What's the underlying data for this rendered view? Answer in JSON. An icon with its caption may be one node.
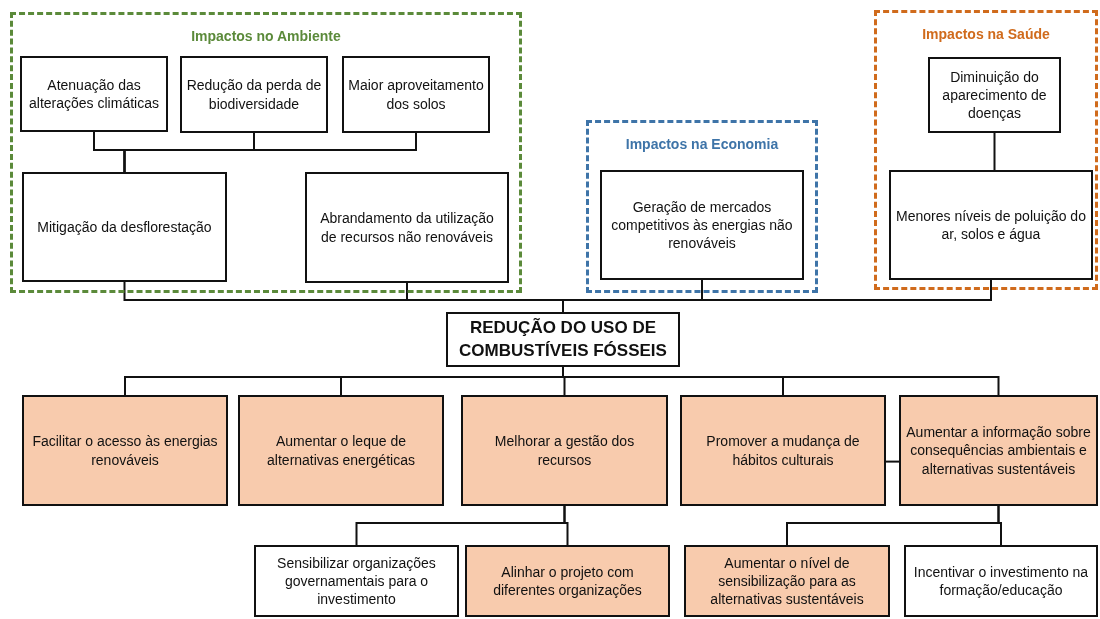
{
  "diagram": {
    "nodes": [
      {
        "text": [
          "Impactos no Ambiente"
        ]
      },
      {
        "text": [
          "Atenuação das alterações climáticas"
        ],
        "in": 0
      },
      {
        "text": [
          "Redução da perda de biodiversidade"
        ],
        "in": 0
      },
      {
        "text": [
          "Maior aproveitamento dos solos"
        ],
        "in": 0
      },
      {
        "text": [
          "Mitigação da desflorestação"
        ],
        "in": 0
      },
      {
        "text": [
          "Abrandamento da utilização de recursos não renováveis"
        ],
        "in": 0
      },
      {
        "text": [
          "Impactos na Economia"
        ]
      },
      {
        "text": [
          "Geração de mercados competitivos às energias não renováveis"
        ],
        "in": 6
      },
      {
        "text": [
          "Impactos na Saúde"
        ]
      },
      {
        "text": [
          "Diminuição do aparecimento de doenças"
        ],
        "in": 8
      },
      {
        "text": [
          "Menores níveis de poluição do ar, solos e água"
        ],
        "in": 8
      },
      {
        "text": [
          "REDUÇÃO DO USO DE COMBUSTÍVEIS FÓSSEIS"
        ]
      },
      {
        "text": [
          "Facilitar o acesso às energias renováveis"
        ]
      },
      {
        "text": [
          "Aumentar o leque de alternativas energéticas"
        ]
      },
      {
        "text": [
          "Melhorar a gestão dos recursos"
        ]
      },
      {
        "text": [
          "Promover a mudança de hábitos culturais"
        ]
      },
      {
        "text": [
          "Aumentar a informação sobre consequências ambientais e alternativas sustentáveis"
        ]
      },
      {
        "text": [
          "Sensibilizar organizações governamentais para o investimento"
        ]
      },
      {
        "text": [
          "Alinhar o projeto com diferentes organizações"
        ]
      },
      {
        "text": [
          "Aumentar o nível de sensibilização para as alternativas sustentáveis"
        ]
      },
      {
        "text": [
          "Incentivar o investimento na formação/educação"
        ]
      }
    ],
    "edges": [
      {
        "from": 1,
        "to": 4,
        "arrow": "none"
      },
      {
        "from": 2,
        "to": 4,
        "arrow": "none"
      },
      {
        "from": 3,
        "to": 4,
        "arrow": "none"
      },
      {
        "from": 9,
        "to": 10,
        "arrow": "none"
      },
      {
        "from": 4,
        "to": 11,
        "arrow": "none"
      },
      {
        "from": 5,
        "to": 11,
        "arrow": "none"
      },
      {
        "from": 7,
        "to": 11,
        "arrow": "none"
      },
      {
        "from": 10,
        "to": 11,
        "arrow": "none"
      },
      {
        "from": 11,
        "to": 12,
        "arrow": "none"
      },
      {
        "from": 11,
        "to": 13,
        "arrow": "none"
      },
      {
        "from": 11,
        "to": 14,
        "arrow": "none"
      },
      {
        "from": 11,
        "to": 15,
        "arrow": "none"
      },
      {
        "from": 11,
        "to": 16,
        "arrow": "none"
      },
      {
        "from": 15,
        "to": 16,
        "arrow": "none"
      },
      {
        "from": 14,
        "to": 17,
        "arrow": "none"
      },
      {
        "from": 14,
        "to": 18,
        "arrow": "none"
      },
      {
        "from": 16,
        "to": 19,
        "arrow": "none"
      },
      {
        "from": 16,
        "to": 20,
        "arrow": "none"
      }
    ]
  }
}
